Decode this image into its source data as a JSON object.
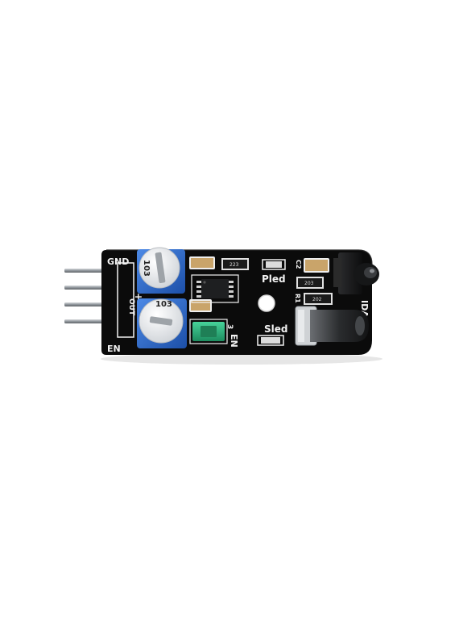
{
  "board": {
    "label_gnd": "GND",
    "label_plus": "+",
    "label_out": "OUT",
    "label_en": "EN",
    "label_en_jumper": "EN",
    "label_pled": "Pled",
    "label_sled": "Sled",
    "label_ida": "IDA",
    "label_c2": "C2",
    "label_r1": "R1",
    "pot_top_code": "103",
    "pot_bottom_code": "103",
    "resistor_223": "223",
    "resistor_203": "203",
    "resistor_202": "202",
    "jumper_number": "3"
  },
  "colors": {
    "pcb": "#0b0b0b",
    "pot_body": "#2a66c8",
    "jumper": "#29b07a",
    "header_pin": "#9ea3a8",
    "silkscreen": "#f2f2f2"
  },
  "icons": [
    "ir-receiver-icon",
    "ir-led-icon",
    "potentiometer-icon",
    "header-pins-icon",
    "ic-chip-icon"
  ]
}
